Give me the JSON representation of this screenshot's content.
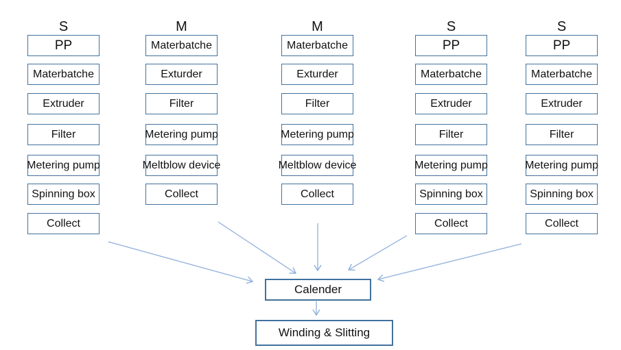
{
  "columns": [
    {
      "letter": "S",
      "steps": [
        "PP",
        "Materbatche",
        "Extruder",
        "Filter",
        "Metering pump",
        "Spinning box",
        "Collect"
      ]
    },
    {
      "letter": "M",
      "steps": [
        "Materbatche",
        "Exturder",
        "Filter",
        "Metering pump",
        "Meltblow device",
        "Collect"
      ]
    },
    {
      "letter": "M",
      "steps": [
        "Materbatche",
        "Exturder",
        "Filter",
        "Metering pump",
        "Meltblow device",
        "Collect"
      ]
    },
    {
      "letter": "S",
      "steps": [
        "PP",
        "Materbatche",
        "Extruder",
        "Filter",
        "Metering pump",
        "Spinning box",
        "Collect"
      ]
    },
    {
      "letter": "S",
      "steps": [
        "PP",
        "Materbatche",
        "Extruder",
        "Filter",
        "Metering pump",
        "Spinning box",
        "Collect"
      ]
    }
  ],
  "final_steps": {
    "calender": "Calender",
    "winding_slitting": "Winding & Slitting"
  },
  "colors": {
    "box_border": "#41719C",
    "arrow": "#8FAFDC",
    "text": "#111111",
    "background": "#FFFFFF"
  }
}
